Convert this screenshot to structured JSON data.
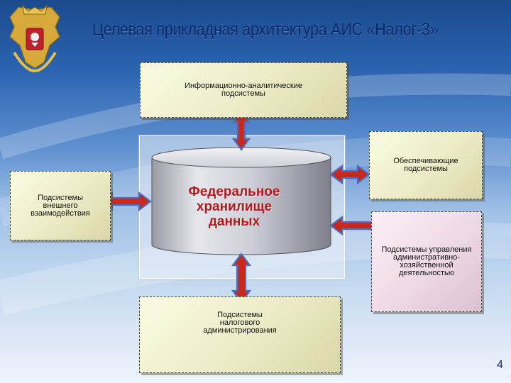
{
  "header": {
    "title": "Целевая прикладная архитектура АИС «Налог-3»"
  },
  "boxes": {
    "info_analytical": "Информационно-аналитические\nподсистемы",
    "supporting": "Обеспечивающие\nподсистемы",
    "external": "Подсистемы\nвнешнего\nвзаимодействия",
    "admin_management": "Подсистемы управления\nадминистративно-\nхозяйственной\nдеятельностью",
    "tax_admin": "Подсистемы\nналогового\nадминистрирования"
  },
  "center": {
    "label": "Федеральное\nхранилище\nданных"
  },
  "footer": {
    "page_number": "4"
  },
  "colors": {
    "arrow_red": "#c8281e",
    "arrow_blue": "#4a6fbf",
    "title": "#0b2a6b",
    "center_text": "#b01a1a"
  }
}
